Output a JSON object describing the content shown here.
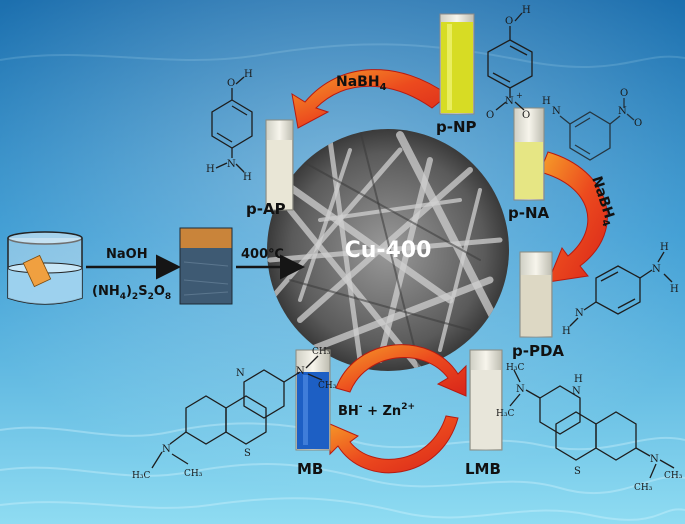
{
  "center": {
    "label": "Cu-400"
  },
  "synthesis": {
    "reagent_top": "NaOH",
    "reagent_bottom_pre": "(NH",
    "reagent_bottom_sub1": "4",
    "reagent_bottom_mid": ")",
    "reagent_bottom_sub2": "2",
    "reagent_bottom_s": "S",
    "reagent_bottom_sub3": "2",
    "reagent_bottom_o": "O",
    "reagent_bottom_sub4": "8",
    "temperature": "400℃"
  },
  "reduction_top": {
    "text": "NaBH",
    "sub": "4"
  },
  "reduction_right": {
    "text": "NaBH",
    "sub": "4"
  },
  "dye_reaction": {
    "bh": "BH",
    "bh_sup": "-",
    "plus": " + Zn",
    "zn_sup": "2+"
  },
  "compounds": {
    "pnp": "p-NP",
    "pap": "p-AP",
    "pna": "p-NA",
    "ppda": "p-PDA",
    "mb": "MB",
    "lmb": "LMB"
  },
  "atoms": {
    "o": "O",
    "h": "H",
    "n": "N",
    "n_plus": "N",
    "s": "S",
    "h3c": "H₃C",
    "ch3": "CH₃",
    "plus": "+",
    "minus": "-"
  },
  "colors": {
    "water_top": "#1f78b4",
    "water_bottom": "#7fd3ef",
    "arrow_red": "#e8321c",
    "arrow_orange": "#f5a02a",
    "pnp_solution": "#d7dc24",
    "pna_solution": "#e6e684",
    "mb_solution": "#1d5fc4"
  }
}
